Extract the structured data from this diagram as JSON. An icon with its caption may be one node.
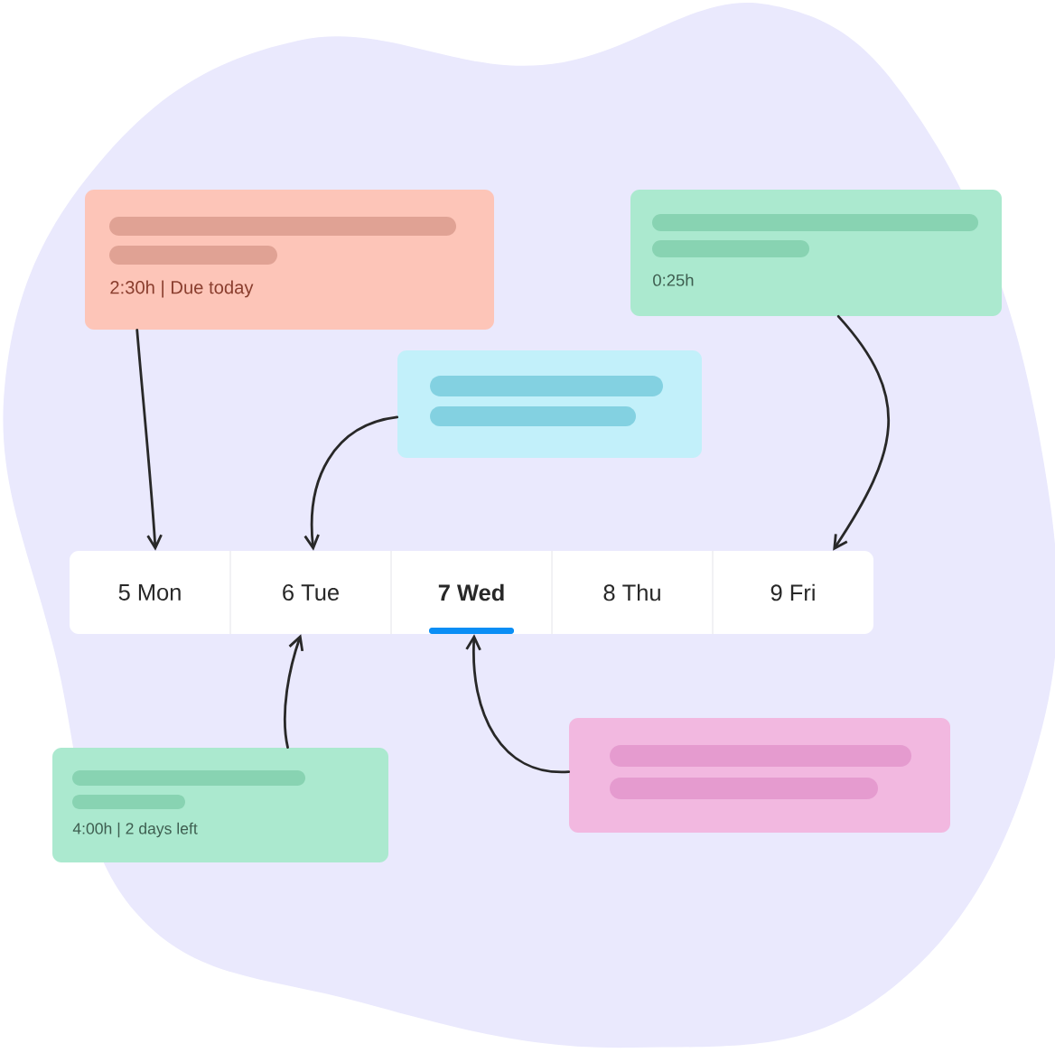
{
  "diagram": {
    "nodes": [
      {
        "text": [
          "2:30h | Due today"
        ]
      },
      {
        "text": [
          "0:25h"
        ]
      },
      {
        "text": [],
        "shape": "box"
      },
      {
        "text": [
          "5 Mon"
        ]
      },
      {
        "text": [
          "6 Tue"
        ]
      },
      {
        "text": [
          "7 Wed"
        ]
      },
      {
        "text": [
          "8 Thu"
        ]
      },
      {
        "text": [
          "9 Fri"
        ]
      },
      {
        "text": [
          "4:00h | 2 days left"
        ]
      },
      {
        "text": [],
        "shape": "box"
      }
    ],
    "edges": [
      {
        "from": 0,
        "to": 3,
        "arrow": "to"
      },
      {
        "from": 2,
        "to": 4,
        "arrow": "to"
      },
      {
        "from": 1,
        "to": 7,
        "arrow": "to"
      },
      {
        "from": 8,
        "to": 4,
        "arrow": "to"
      },
      {
        "from": 9,
        "to": 5,
        "arrow": "to"
      }
    ]
  }
}
